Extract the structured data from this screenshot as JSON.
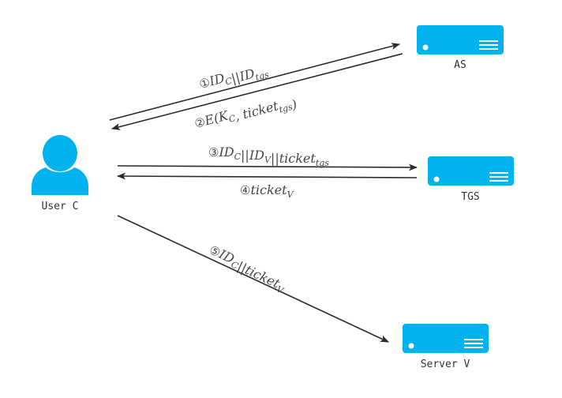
{
  "title": "Kerberos authentication message flow",
  "colors": {
    "node_fill": "#00b2ee",
    "arrow": "#2b2b2b",
    "text": "#333333"
  },
  "nodes": {
    "user": {
      "label": "User C",
      "icon": "user-icon"
    },
    "as": {
      "label": "AS",
      "icon": "server-icon"
    },
    "tgs": {
      "label": "TGS",
      "icon": "server-icon"
    },
    "server_v": {
      "label": "Server V",
      "icon": "server-icon"
    }
  },
  "messages": [
    {
      "step": "①",
      "from": "User C",
      "to": "AS",
      "parts": [
        [
          "ID",
          "C"
        ],
        [
          "||",
          ""
        ],
        [
          "ID",
          "tgs"
        ]
      ]
    },
    {
      "step": "②",
      "from": "AS",
      "to": "User C",
      "parts": [
        [
          "E(K",
          "C"
        ],
        [
          ", ticket",
          "tgs"
        ],
        [
          ")",
          ""
        ]
      ]
    },
    {
      "step": "③",
      "from": "User C",
      "to": "TGS",
      "parts": [
        [
          "ID",
          "C"
        ],
        [
          "||ID",
          "V"
        ],
        [
          "||ticket",
          "tgs"
        ]
      ]
    },
    {
      "step": "④",
      "from": "TGS",
      "to": "User C",
      "parts": [
        [
          "ticket",
          "V"
        ]
      ]
    },
    {
      "step": "⑤",
      "from": "User C",
      "to": "Server V",
      "parts": [
        [
          "ID",
          "C"
        ],
        [
          "||ticket",
          "V"
        ]
      ]
    }
  ]
}
